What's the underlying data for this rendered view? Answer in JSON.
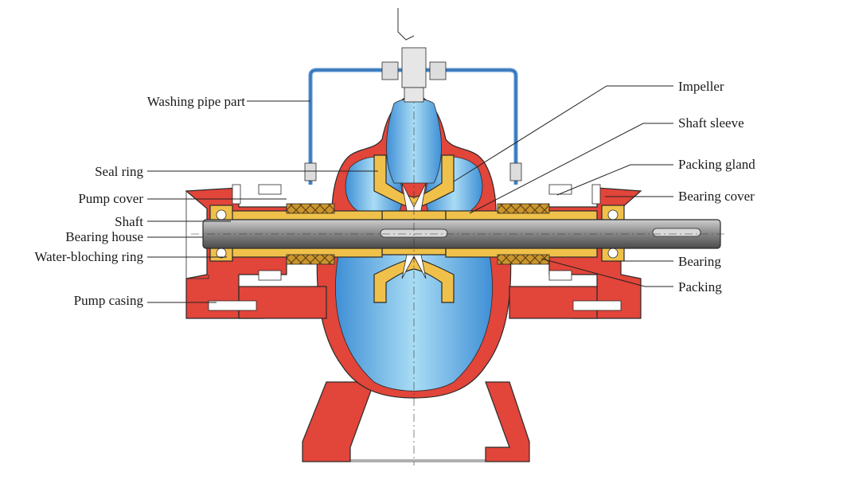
{
  "labels": {
    "washing_pipe_part": "Washing pipe part",
    "seal_ring": "Seal ring",
    "pump_cover": "Pump cover",
    "shaft": "Shaft",
    "bearing_house": "Bearing house",
    "water_bloching_ring": "Water-bloching ring",
    "pump_casing": "Pump casing",
    "impeller": "Impeller",
    "shaft_sleeve": "Shaft sleeve",
    "packing_gland": "Packing gland",
    "bearing_cover": "Bearing cover",
    "bearing": "Bearing",
    "packing": "Packing"
  },
  "colors": {
    "casing": "#e2453a",
    "water": "#5aa9e6",
    "water_light": "#a9d8f2",
    "bronze": "#f0c14a",
    "shaft": "#8a8a8a",
    "pipe": "#4f8fd0",
    "packing": "#b8862b"
  }
}
